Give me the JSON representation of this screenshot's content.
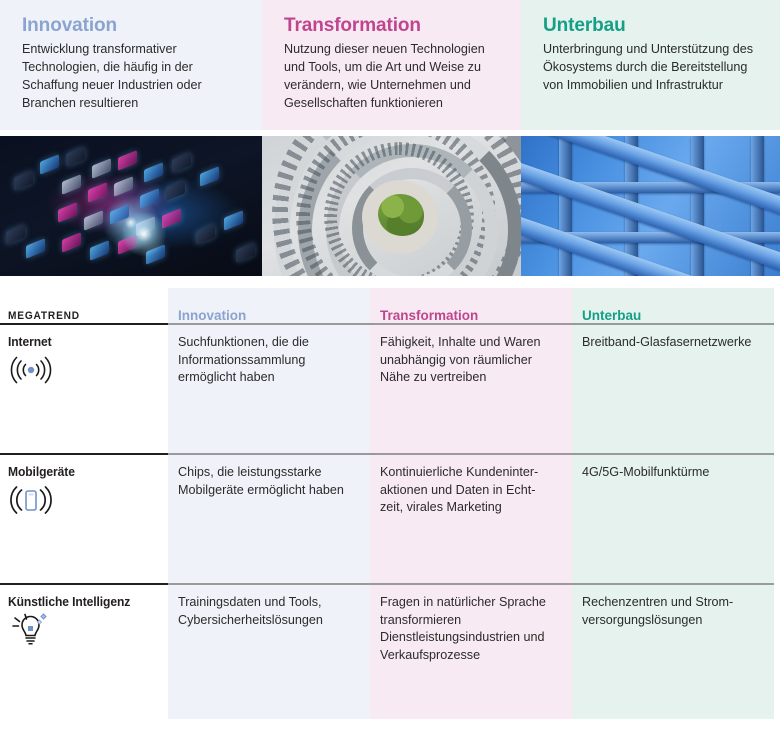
{
  "intro": {
    "panels": [
      {
        "title": "Innovation",
        "body": "Entwicklung transformativer Technologien, die häufig in der Schaffung neuer Industrien oder Branchen resultieren",
        "accent": "#8aa4cf",
        "background": "#eff2f8",
        "image_name": "glowing-data-cubes-photo"
      },
      {
        "title": "Transformation",
        "body": "Nutzung dieser neuen Technologien und Tools, um die Art und Weise zu verändern, wie Unternehmen und Gesellschaften funktionieren",
        "accent": "#c0458f",
        "background": "#f8eaf2",
        "image_name": "spiral-staircase-photo"
      },
      {
        "title": "Unterbau",
        "body": "Unterbringung und Unterstützung des Ökosystems durch die Bereitstellung von Immobilien und Infrastruktur",
        "accent": "#159f86",
        "background": "#e5f2ee",
        "image_name": "blue-steel-girders-photo"
      }
    ]
  },
  "matrix": {
    "row_header_label": "MEGATREND",
    "columns": [
      {
        "label": "Innovation",
        "accent": "#8aa4cf",
        "background": "#eff2f8"
      },
      {
        "label": "Transformation",
        "accent": "#c0458f",
        "background": "#f8eaf2"
      },
      {
        "label": "Unterbau",
        "accent": "#159f86",
        "background": "#e5f2ee"
      }
    ],
    "rows": [
      {
        "trend": "Internet",
        "icon": "wifi-broadcast-icon",
        "innovation": "Suchfunktionen, die die Informationssammlung ermöglicht haben",
        "transformation": "Fähigkeit, Inhalte und Waren unabhängig von räumlicher Nähe zu vertreiben",
        "unterbau": "Breitband-Glasfasernetzwerke"
      },
      {
        "trend": "Mobilgeräte",
        "icon": "mobile-phone-signal-icon",
        "innovation": "Chips, die leistungsstarke Mobilgeräte ermöglicht haben",
        "transformation": "Kontinuierliche Kundeninter-aktionen und Daten in Echt-zeit, virales Marketing",
        "unterbau": "4G/5G-Mobilfunktürme"
      },
      {
        "trend": "Künstliche Intelligenz",
        "icon": "lightbulb-idea-icon",
        "innovation": "Trainingsdaten und Tools, Cybersicherheitslösungen",
        "transformation": "Fragen in natürlicher Sprache transformieren Dienstleistungsindustrien und Verkaufsprozesse",
        "unterbau": "Rechenzentren und Strom-versorgungslösungen"
      }
    ]
  }
}
